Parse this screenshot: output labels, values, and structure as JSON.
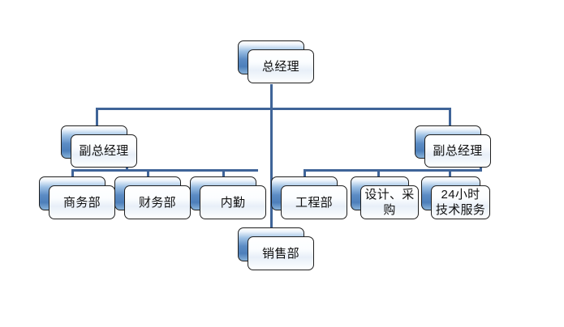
{
  "chart_data": {
    "type": "diagram",
    "diagram_kind": "organization-chart",
    "title": "",
    "orientation": "top-down",
    "connector_color": "#3f6498",
    "node_back_color": "#5c8cc4",
    "node_front_color": "#f2f6fb",
    "node_border_color": "#1f1f1f",
    "levels": 3,
    "nodes": [
      {
        "id": "gm",
        "label": "总经理",
        "level": 0,
        "parent": null
      },
      {
        "id": "dgm_l",
        "label": "副总经理",
        "level": 1,
        "parent": "gm"
      },
      {
        "id": "dgm_r",
        "label": "副总经理",
        "level": 1,
        "parent": "gm"
      },
      {
        "id": "biz",
        "label": "商务部",
        "level": 2,
        "parent": "dgm_l"
      },
      {
        "id": "fin",
        "label": "财务部",
        "level": 2,
        "parent": "dgm_l"
      },
      {
        "id": "adm",
        "label": "内勤",
        "level": 2,
        "parent": "dgm_l"
      },
      {
        "id": "eng",
        "label": "工程部",
        "level": 2,
        "parent": "dgm_r"
      },
      {
        "id": "dsg",
        "label": "设计、采购",
        "level": 2,
        "parent": "dgm_r"
      },
      {
        "id": "svc",
        "label": "24小时技术服务",
        "level": 2,
        "parent": "dgm_r"
      },
      {
        "id": "sales",
        "label": "销售部",
        "level": 2,
        "parent": "gm"
      }
    ],
    "edges": [
      {
        "from": "gm",
        "to": "dgm_l"
      },
      {
        "from": "gm",
        "to": "dgm_r"
      },
      {
        "from": "gm",
        "to": "sales"
      },
      {
        "from": "dgm_l",
        "to": "biz"
      },
      {
        "from": "dgm_l",
        "to": "fin"
      },
      {
        "from": "dgm_l",
        "to": "adm"
      },
      {
        "from": "dgm_r",
        "to": "eng"
      },
      {
        "from": "dgm_r",
        "to": "dsg"
      },
      {
        "from": "dgm_r",
        "to": "svc"
      }
    ]
  },
  "nodes": {
    "gm": {
      "label": "总经理"
    },
    "dgm_l": {
      "label": "副总经理"
    },
    "dgm_r": {
      "label": "副总经理"
    },
    "biz": {
      "label": "商务部"
    },
    "fin": {
      "label": "财务部"
    },
    "adm": {
      "label": "内勤"
    },
    "eng": {
      "label": "工程部"
    },
    "dsg": {
      "label": "设计、采购"
    },
    "svc": {
      "label": "24小时技术服务"
    },
    "sales": {
      "label": "销售部"
    }
  }
}
